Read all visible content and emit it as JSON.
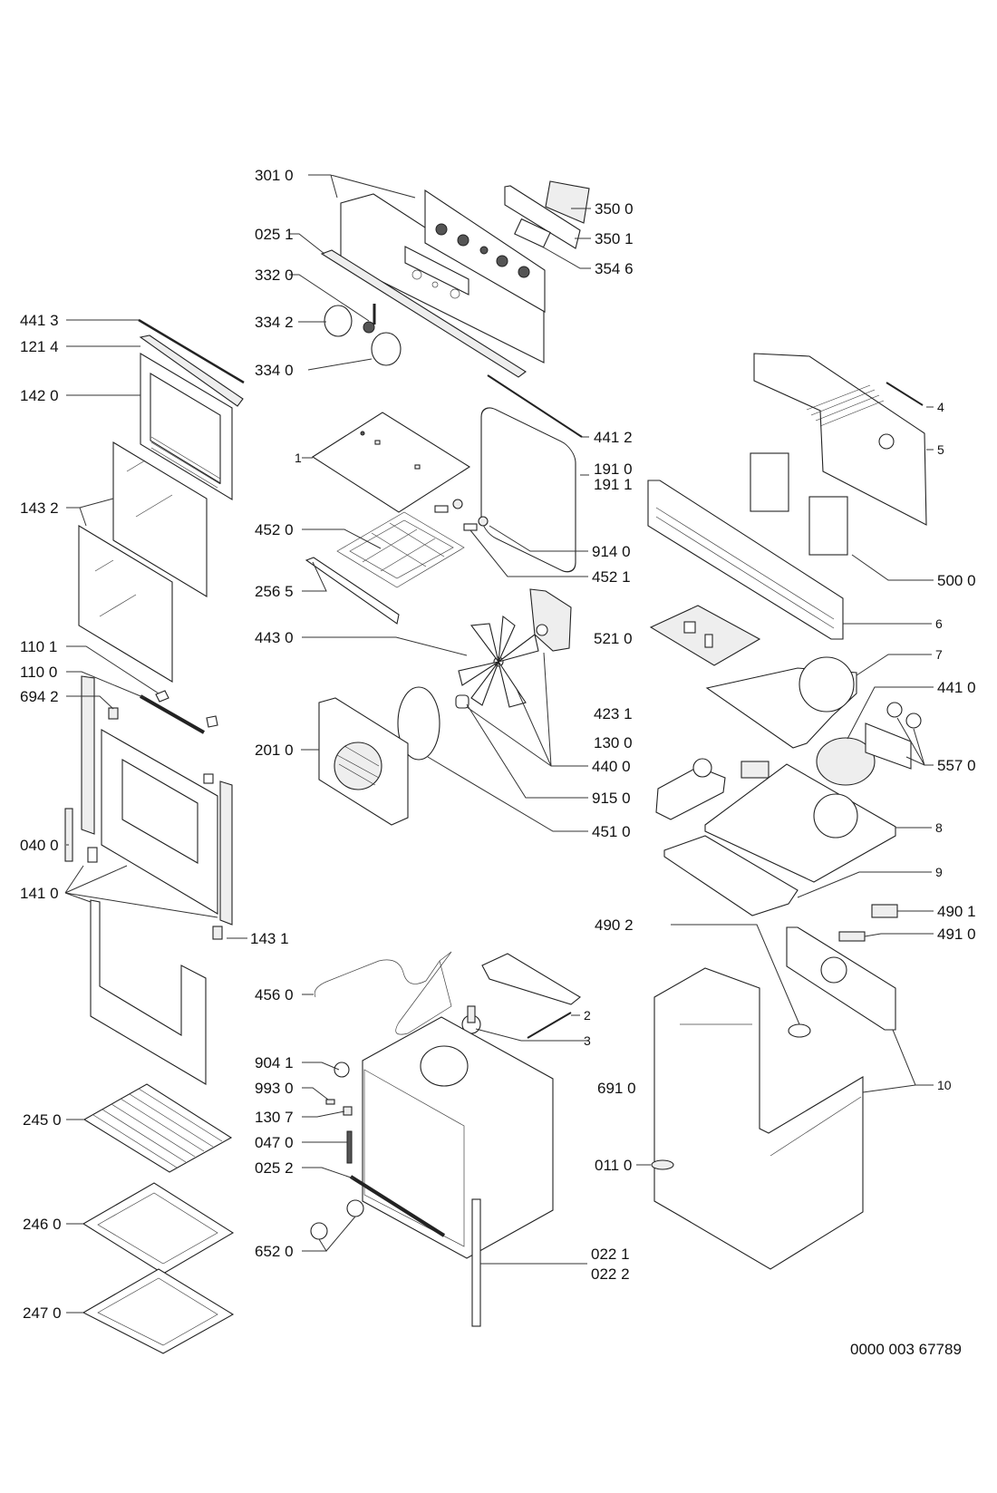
{
  "diagram": {
    "title": "Built-in oven exploded parts diagram",
    "document_id": "0000 003 67789",
    "labels": {
      "p3010": "301 0",
      "p0251": "025 1",
      "p3320": "332 0",
      "p3342": "334 2",
      "p3340": "334 0",
      "p3500": "350 0",
      "p3501": "350 1",
      "p3546": "354 6",
      "p4413": "441 3",
      "p1214": "121 4",
      "p1420": "142 0",
      "p1432": "143 2",
      "p1101": "110 1",
      "p1100": "110 0",
      "p6942": "694 2",
      "p0400": "040 0",
      "p1410": "141 0",
      "p1431": "143 1",
      "p1": "1",
      "p4412": "441 2",
      "p1910": "191 0",
      "p1911": "191 1",
      "p4520": "452 0",
      "p9140": "914 0",
      "p4521": "452 1",
      "p2565": "256 5",
      "p4430": "443 0",
      "p5210": "521 0",
      "p2010": "201 0",
      "p4231": "423 1",
      "p1300": "130 0",
      "p4400": "440 0",
      "p9150": "915 0",
      "p4510": "451 0",
      "p4": "4",
      "p5": "5",
      "p5000": "500 0",
      "p6": "6",
      "p7": "7",
      "p4410": "441 0",
      "p5570": "557 0",
      "p8": "8",
      "p9": "9",
      "p4901": "490 1",
      "p4902": "490 2",
      "p4910": "491 0",
      "p10": "10",
      "p4560": "456 0",
      "p2": "2",
      "p3": "3",
      "p9041": "904 1",
      "p9930": "993 0",
      "p6910": "691 0",
      "p1307": "130 7",
      "p0470": "047 0",
      "p0252": "025 2",
      "p0110": "011 0",
      "p6520": "652 0",
      "p0221": "022 1",
      "p0222": "022 2",
      "p2450": "245 0",
      "p2460": "246 0",
      "p2470": "247 0"
    }
  }
}
